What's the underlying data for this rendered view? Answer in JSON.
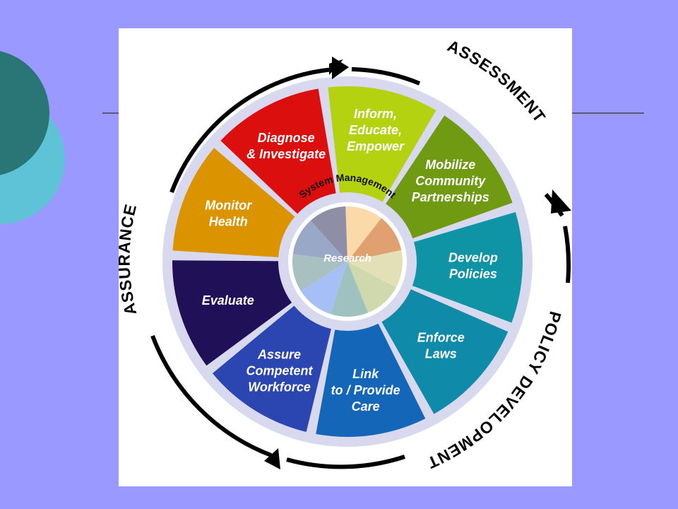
{
  "colors": {
    "slide_background": "#9999ff",
    "circle_dark": "#2a7575",
    "circle_light": "#5fc3d8",
    "rule_line": "#333333",
    "wheel_rim": "#d8d8ef",
    "arrow": "#000000"
  },
  "phases": {
    "assessment": "ASSESSMENT",
    "policy_development": "POLICY DEVELOPMENT",
    "assurance": "ASSURANCE"
  },
  "center": {
    "ring_text": "System Management",
    "label": "Research"
  },
  "services": [
    {
      "id": "monitor-health",
      "lines": [
        "Monitor",
        "Health"
      ],
      "color": "#db9400"
    },
    {
      "id": "diagnose-investigate",
      "lines": [
        "Diagnose",
        "& Investigate"
      ],
      "color": "#dc0f0f"
    },
    {
      "id": "inform-educate-empower",
      "lines": [
        "Inform,",
        "Educate,",
        "Empower"
      ],
      "color": "#b4d20f"
    },
    {
      "id": "mobilize-partnerships",
      "lines": [
        "Mobilize",
        "Community",
        "Partnerships"
      ],
      "color": "#6f9a12"
    },
    {
      "id": "develop-policies",
      "lines": [
        "Develop",
        "Policies"
      ],
      "color": "#0f94a6"
    },
    {
      "id": "enforce-laws",
      "lines": [
        "Enforce",
        "Laws"
      ],
      "color": "#0f8aa8"
    },
    {
      "id": "link-provide-care",
      "lines": [
        "Link",
        "to / Provide",
        "Care"
      ],
      "color": "#1466b8"
    },
    {
      "id": "assure-workforce",
      "lines": [
        "Assure",
        "Competent",
        "Workforce"
      ],
      "color": "#2b46b0"
    },
    {
      "id": "evaluate",
      "lines": [
        "Evaluate"
      ],
      "color": "#201058"
    }
  ]
}
